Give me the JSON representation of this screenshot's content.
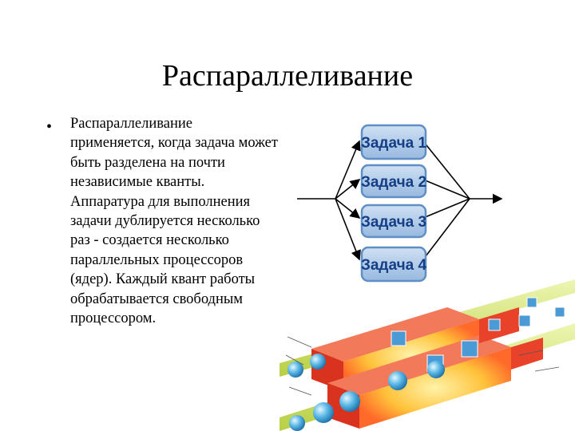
{
  "slide": {
    "title": "Распараллеливание",
    "bullet_symbol": "•",
    "bullet_text": "Распараллеливание применяется, когда задача может быть разделена на почти независимые кванты. Аппаратура для выполнения задачи дублируется несколько раз - создается несколько параллельных процессоров (ядер). Каждый квант работы обрабатывается свободным процессором."
  },
  "diagram": {
    "tasks": [
      {
        "label": "Задача 1"
      },
      {
        "label": "Задача 2"
      },
      {
        "label": "Задача 3"
      },
      {
        "label": "Задача 4"
      }
    ],
    "colors": {
      "box_fill": "#a9c6e6",
      "box_border": "#5f8fc4",
      "label": "#143f86",
      "arrow": "#000000",
      "pipe": "#e8432a",
      "glow": "#ffd23a",
      "rail": "#c8dc5a",
      "sphere": "#3aa0d8"
    }
  }
}
